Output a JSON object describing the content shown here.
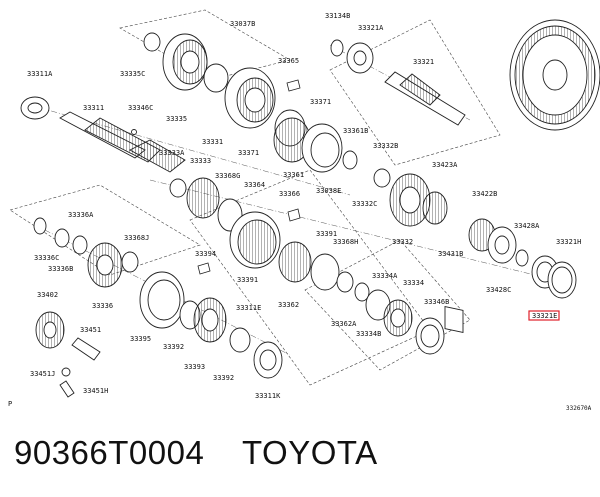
{
  "diagram": {
    "labels": [
      {
        "id": "33037B",
        "text": "33037B"
      },
      {
        "id": "33134B",
        "text": "33134B"
      },
      {
        "id": "33321A",
        "text": "33321A"
      },
      {
        "id": "33335C",
        "text": "33335C"
      },
      {
        "id": "33365",
        "text": "33365"
      },
      {
        "id": "33321",
        "text": "33321"
      },
      {
        "id": "33311A",
        "text": "33311A"
      },
      {
        "id": "33311",
        "text": "33311"
      },
      {
        "id": "33346C",
        "text": "33346C"
      },
      {
        "id": "33335",
        "text": "33335"
      },
      {
        "id": "33371",
        "text": "33371"
      },
      {
        "id": "33331",
        "text": "33331"
      },
      {
        "id": "33361B",
        "text": "33361B"
      },
      {
        "id": "33333A",
        "text": "33333A"
      },
      {
        "id": "33333",
        "text": "33333"
      },
      {
        "id": "33368G",
        "text": "33368G"
      },
      {
        "id": "33371b",
        "text": "33371"
      },
      {
        "id": "33332B",
        "text": "33332B"
      },
      {
        "id": "33364",
        "text": "33364"
      },
      {
        "id": "33361",
        "text": "33361"
      },
      {
        "id": "33038E",
        "text": "33038E"
      },
      {
        "id": "33423A",
        "text": "33423A"
      },
      {
        "id": "33366",
        "text": "33366"
      },
      {
        "id": "33332C",
        "text": "33332C"
      },
      {
        "id": "33422B",
        "text": "33422B"
      },
      {
        "id": "33336A",
        "text": "33336A"
      },
      {
        "id": "33368J",
        "text": "33368J"
      },
      {
        "id": "33391",
        "text": "33391"
      },
      {
        "id": "33368H",
        "text": "33368H"
      },
      {
        "id": "33428A",
        "text": "33428A"
      },
      {
        "id": "33321H",
        "text": "33321H"
      },
      {
        "id": "33336C",
        "text": "33336C"
      },
      {
        "id": "33336B",
        "text": "33336B"
      },
      {
        "id": "33394",
        "text": "33394"
      },
      {
        "id": "33332",
        "text": "33332"
      },
      {
        "id": "33431B",
        "text": "33431B"
      },
      {
        "id": "33391b",
        "text": "33391"
      },
      {
        "id": "33334A",
        "text": "33334A"
      },
      {
        "id": "33334",
        "text": "33334"
      },
      {
        "id": "33428C",
        "text": "33428C"
      },
      {
        "id": "33402",
        "text": "33402"
      },
      {
        "id": "33336",
        "text": "33336"
      },
      {
        "id": "33362",
        "text": "33362"
      },
      {
        "id": "33311E",
        "text": "33311E"
      },
      {
        "id": "33346B",
        "text": "33346B"
      },
      {
        "id": "33321E",
        "text": "33321E"
      },
      {
        "id": "33451",
        "text": "33451"
      },
      {
        "id": "33395",
        "text": "33395"
      },
      {
        "id": "33392",
        "text": "33392"
      },
      {
        "id": "33362A",
        "text": "33362A"
      },
      {
        "id": "33334B",
        "text": "33334B"
      },
      {
        "id": "33393",
        "text": "33393"
      },
      {
        "id": "33392b",
        "text": "33392"
      },
      {
        "id": "33451J",
        "text": "33451J"
      },
      {
        "id": "33451H",
        "text": "33451H"
      },
      {
        "id": "33311K",
        "text": "33311K"
      },
      {
        "id": "P",
        "text": "P"
      },
      {
        "id": "332670A",
        "text": "332670A"
      }
    ],
    "highlighted_label": "33321E",
    "highlight_color": "#e0202a"
  },
  "caption": {
    "part_number": "90366T0004",
    "brand": "TOYOTA"
  }
}
